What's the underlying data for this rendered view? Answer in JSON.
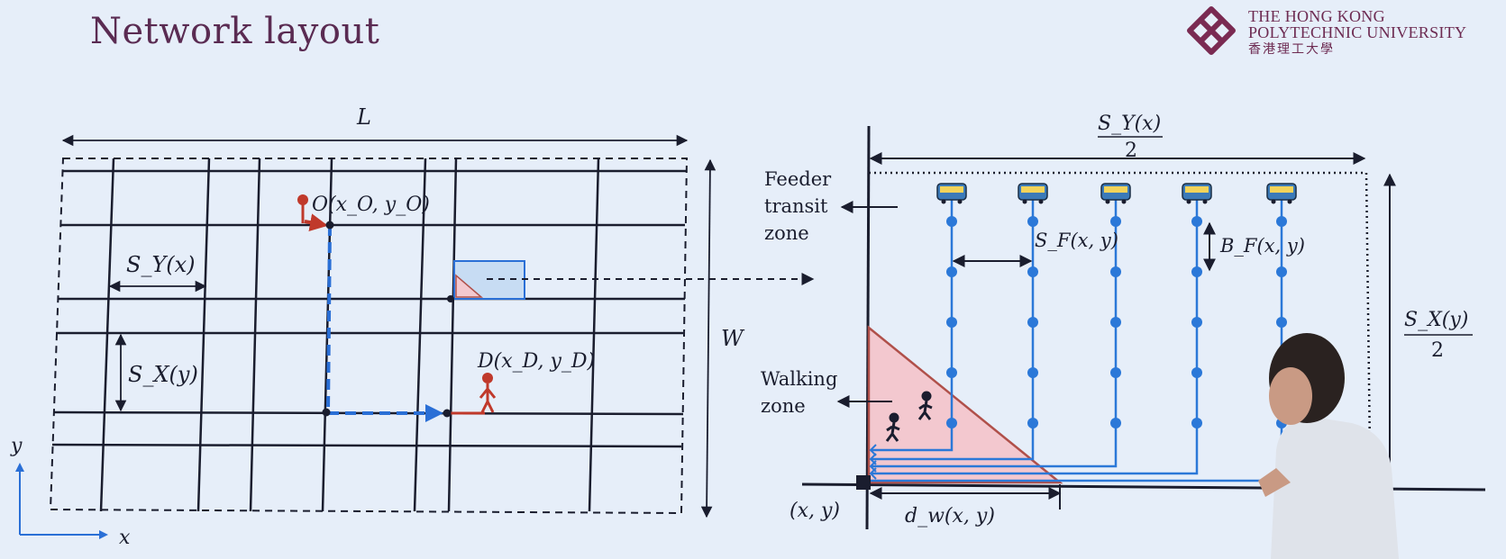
{
  "slide": {
    "title": "Network layout",
    "logo": {
      "line1": "THE HONG KONG",
      "line2": "POLYTECHNIC UNIVERSITY",
      "line3": "香港理工大學"
    }
  },
  "left_diagram": {
    "dim_length": "L",
    "dim_width": "W",
    "spacing_x_label": "S_Y(x)",
    "spacing_y_label": "S_X(y)",
    "origin_label": "O(x_O, y_O)",
    "destination_label": "D(x_D, y_D)",
    "axis_x": "x",
    "axis_y": "y"
  },
  "right_diagram": {
    "half_width_label_num": "S_Y(x)",
    "half_width_label_den": "2",
    "half_height_label_num": "S_X(y)",
    "half_height_label_den": "2",
    "feeder_zone_label": [
      "Feeder",
      "transit",
      "zone"
    ],
    "walking_zone_label": [
      "Walking",
      "zone"
    ],
    "feeder_spacing_label": "S_F(x, y)",
    "stop_spacing_label": "B_F(x, y)",
    "corner_label": "(x, y)",
    "walk_distance_label": "d_w(x, y)"
  },
  "colors": {
    "background": "#e6eef9",
    "title": "#5a2b52",
    "grid": "#1a1d2e",
    "route_blue": "#2a6fd6",
    "route_red": "#c0392b",
    "walk_zone_fill": "#f3c8cf",
    "walk_zone_stroke": "#b0504a",
    "line_blue": "#2b78d8"
  }
}
